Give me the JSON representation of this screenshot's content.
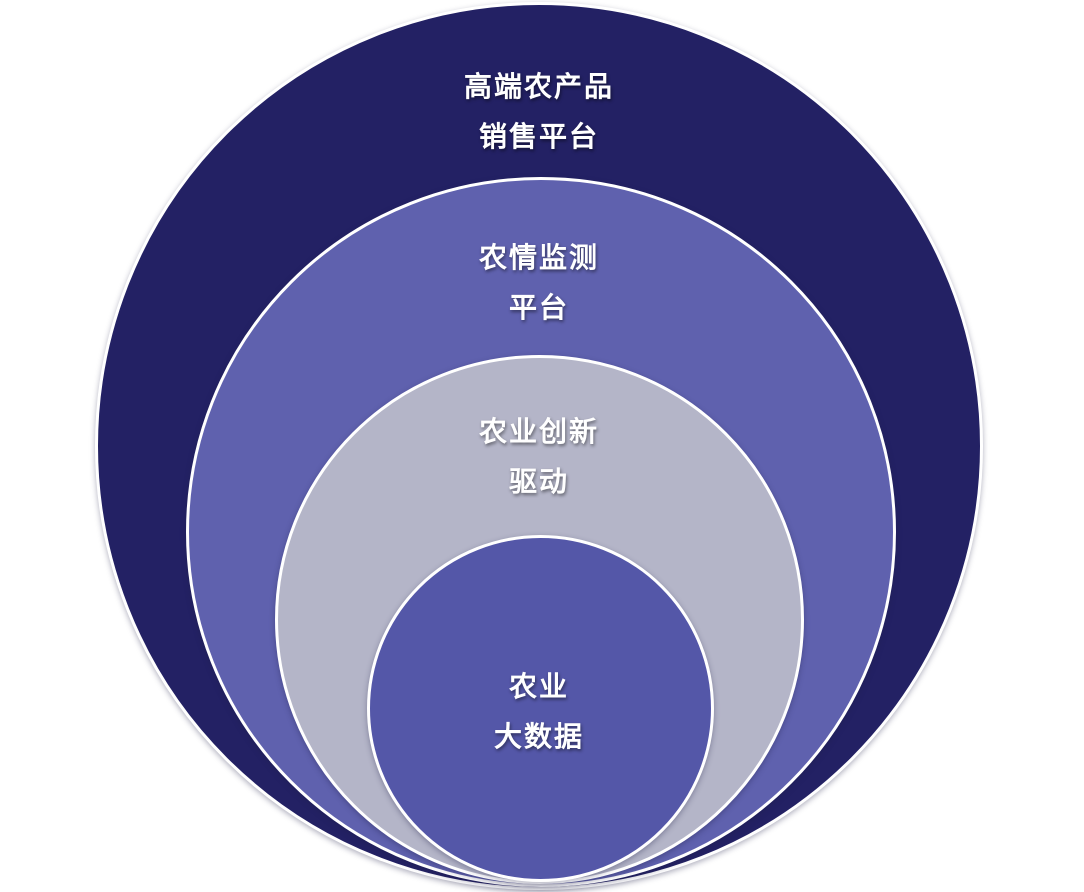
{
  "diagram": {
    "type": "nested-tangent-circles",
    "stroke_color": "#FFFFFF",
    "text_color": "#FFFFFF",
    "layers": [
      {
        "name": "sales-platform",
        "line1": "高端农产品",
        "line2": "销售平台",
        "color": "#232164"
      },
      {
        "name": "monitoring-platform",
        "line1": "农情监测",
        "line2": "平台",
        "color": "#5F61AE"
      },
      {
        "name": "innovation-driven",
        "line1": "农业创新",
        "line2": "驱动",
        "color": "#B4B5C8"
      },
      {
        "name": "big-data",
        "line1": "农业",
        "line2": "大数据",
        "color": "#5457A8"
      }
    ]
  }
}
